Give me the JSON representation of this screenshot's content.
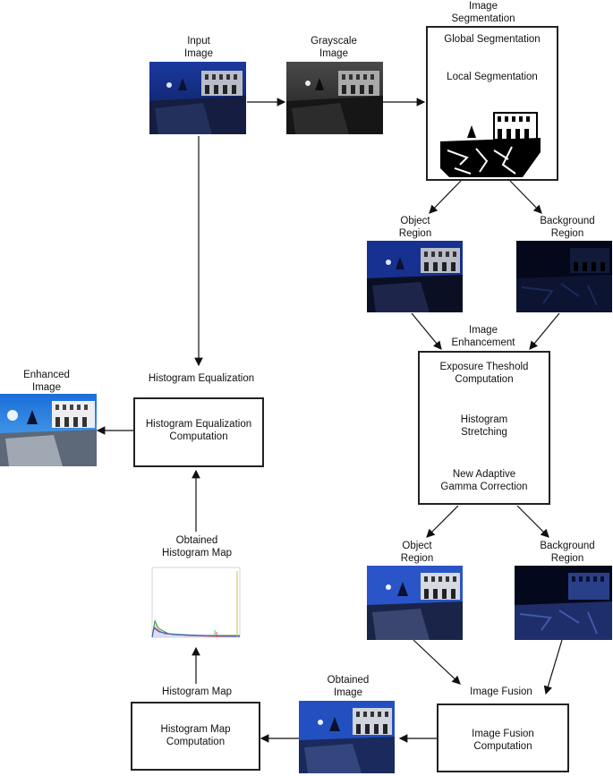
{
  "labels": {
    "input_image": "Input\nImage",
    "grayscale_image": "Grayscale\nImage",
    "image_segmentation": "Image\nSegmentation",
    "object_region_1": "Object\nRegion",
    "background_region_1": "Background\nRegion",
    "image_enhancement": "Image\nEnhancement",
    "object_region_2": "Object\nRegion",
    "background_region_2": "Background\nRegion",
    "image_fusion": "Image Fusion",
    "obtained_image": "Obtained\nImage",
    "histogram_map": "Histogram Map",
    "obtained_histogram_map": "Obtained\nHistogram Map",
    "histogram_equalization": "Histogram Equalization",
    "enhanced_image": "Enhanced\nImage"
  },
  "boxes": {
    "segmentation": {
      "global": "Global Segmentation",
      "local": "Local Segmentation"
    },
    "enhancement": {
      "exposure": "Exposure Theshold\nComputation",
      "stretching": "Histogram\nStretching",
      "gamma": "New Adaptive\nGamma Correction"
    },
    "fusion": "Image Fusion\nComputation",
    "histogram_map": "Histogram Map\nComputation",
    "histogram_equalization": "Histogram Equalization\nComputation"
  },
  "colors": {
    "line": "#111111",
    "night_sky": "#1b3aa0",
    "enhanced_sky": "#2f8de0"
  }
}
